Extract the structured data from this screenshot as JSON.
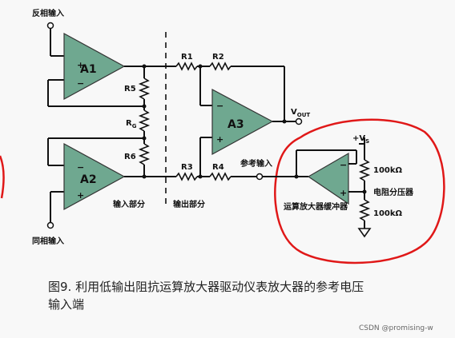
{
  "labels": {
    "inv_input": "反相输入",
    "noninv_input": "同相输入",
    "a1": "A1",
    "a2": "A2",
    "a3": "A3",
    "r1": "R1",
    "r2": "R2",
    "r3": "R3",
    "r4": "R4",
    "r5": "R5",
    "r6": "R6",
    "rg_main": "R",
    "rg_sub": "G",
    "vout_main": "V",
    "vout_sub": "OUT",
    "vs_main": "+V",
    "vs_sub": "S",
    "ref_input": "参考输入",
    "input_section": "输入部分",
    "output_section": "输出部分",
    "r_top": "100kΩ",
    "r_bottom": "100kΩ",
    "divider": "电阻分压器",
    "buffer": "运算放大器缓冲器",
    "plus": "+",
    "minus": "−"
  },
  "caption": {
    "line1": "图9. 利用低输出阻抗运算放大器驱动仪表放大器的参考电压",
    "line2": "输入端"
  },
  "watermark": "CSDN @promising-w",
  "colors": {
    "opamp_fill": "#6fa890",
    "annotation_red": "#e01818"
  }
}
